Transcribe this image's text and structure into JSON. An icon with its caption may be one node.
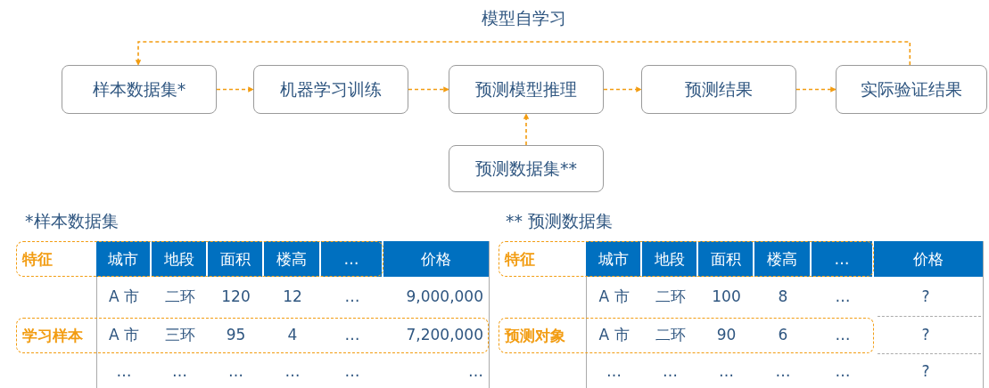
{
  "diagram": {
    "nodes": [
      {
        "text": [
          "样本数据集*"
        ]
      },
      {
        "text": [
          "机器学习训练"
        ]
      },
      {
        "text": [
          "预测模型推理"
        ]
      },
      {
        "text": [
          "预测结果"
        ]
      },
      {
        "text": [
          "实际验证结果"
        ]
      },
      {
        "text": [
          "预测数据集**"
        ]
      },
      {
        "text": [
          "特征"
        ]
      },
      {
        "text": [
          "学习样本"
        ]
      },
      {
        "text": [
          "特征"
        ]
      },
      {
        "text": [
          "预测对象"
        ]
      }
    ],
    "edges": [
      {
        "from": 0,
        "to": 1,
        "arrow": "to",
        "style": "dashed"
      },
      {
        "from": 1,
        "to": 2,
        "arrow": "to",
        "style": "dashed"
      },
      {
        "from": 2,
        "to": 3,
        "arrow": "to",
        "style": "dashed"
      },
      {
        "from": 3,
        "to": 4,
        "arrow": "to",
        "style": "dashed"
      },
      {
        "from": 5,
        "to": 2,
        "arrow": "to",
        "style": "dashed"
      },
      {
        "from": 4,
        "to": 0,
        "arrow": "to",
        "style": "dashed",
        "label": "模型自学习"
      }
    ],
    "labels": [
      "*样本数据集",
      "城市",
      "地段",
      "面积",
      "楼高",
      "…",
      "价格",
      "A 市",
      "二环",
      "120",
      "12",
      "…",
      "9,000,000",
      "A 市",
      "三环",
      "95",
      "4",
      "…",
      "7,200,000",
      "…",
      "…",
      "…",
      "…",
      "…",
      "…",
      "** 预测数据集",
      "城市",
      "地段",
      "面积",
      "楼高",
      "…",
      "价格",
      "A 市",
      "二环",
      "100",
      "8",
      "…",
      "?",
      "A 市",
      "二环",
      "90",
      "6",
      "…",
      "?",
      "…",
      "…",
      "…",
      "…",
      "…",
      "?"
    ]
  }
}
